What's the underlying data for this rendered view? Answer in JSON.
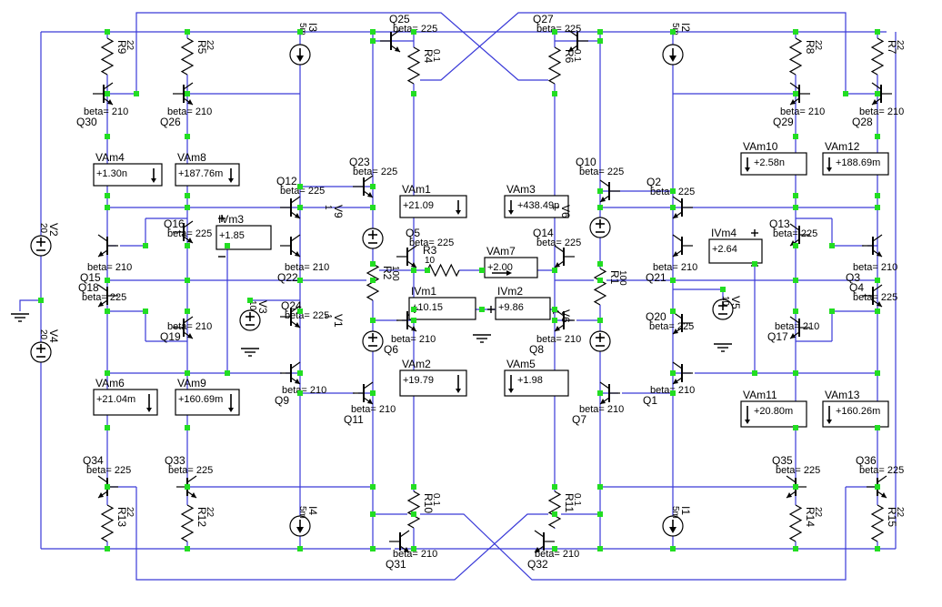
{
  "colors": {
    "wire": "#3a3ad8",
    "node": "#22dd22",
    "component": "#000000",
    "background": "#ffffff"
  },
  "transistors": {
    "Q1": {
      "name": "Q1",
      "beta": "beta= 210"
    },
    "Q2": {
      "name": "Q2",
      "beta": "beta= 225"
    },
    "Q3": {
      "name": "Q3",
      "beta": "beta= 210"
    },
    "Q4": {
      "name": "Q4",
      "beta": "beta= 225"
    },
    "Q5": {
      "name": "Q5",
      "beta": "beta= 225"
    },
    "Q6": {
      "name": "Q6",
      "beta": "beta= 210"
    },
    "Q7": {
      "name": "Q7",
      "beta": "beta= 210"
    },
    "Q8": {
      "name": "Q8",
      "beta": "beta= 210"
    },
    "Q9": {
      "name": "Q9",
      "beta": "beta= 210"
    },
    "Q10": {
      "name": "Q10",
      "beta": "beta= 225"
    },
    "Q11": {
      "name": "Q11",
      "beta": "beta= 210"
    },
    "Q12": {
      "name": "Q12",
      "beta": "beta= 225"
    },
    "Q13": {
      "name": "Q13",
      "beta": "beta= 225"
    },
    "Q14": {
      "name": "Q14",
      "beta": "beta= 225"
    },
    "Q15": {
      "name": "Q15",
      "beta": "beta= 210"
    },
    "Q16": {
      "name": "Q16",
      "beta": "beta= 225"
    },
    "Q17": {
      "name": "Q17",
      "beta": "beta= 210"
    },
    "Q18": {
      "name": "Q18",
      "beta": "beta= 225"
    },
    "Q19": {
      "name": "Q19",
      "beta": "beta= 210"
    },
    "Q20": {
      "name": "Q20",
      "beta": "beta= 225"
    },
    "Q21": {
      "name": "Q21",
      "beta": "beta= 210"
    },
    "Q22": {
      "name": "Q22",
      "beta": "beta= 210"
    },
    "Q23": {
      "name": "Q23",
      "beta": "beta= 225"
    },
    "Q24": {
      "name": "Q24",
      "beta": "beta= 225"
    },
    "Q25": {
      "name": "Q25",
      "beta": "beta= 225"
    },
    "Q26": {
      "name": "Q26",
      "beta": "beta= 210"
    },
    "Q27": {
      "name": "Q27",
      "beta": "beta= 225"
    },
    "Q28": {
      "name": "Q28",
      "beta": "beta= 210"
    },
    "Q29": {
      "name": "Q29",
      "beta": "beta= 210"
    },
    "Q30": {
      "name": "Q30",
      "beta": "beta= 210"
    },
    "Q31": {
      "name": "Q31",
      "beta": "beta= 210"
    },
    "Q32": {
      "name": "Q32",
      "beta": "beta= 210"
    },
    "Q33": {
      "name": "Q33",
      "beta": "beta= 225"
    },
    "Q34": {
      "name": "Q34",
      "beta": "beta= 225"
    },
    "Q35": {
      "name": "Q35",
      "beta": "beta= 225"
    },
    "Q36": {
      "name": "Q36",
      "beta": "beta= 225"
    }
  },
  "resistors": {
    "R1": {
      "name": "R1",
      "value": "100"
    },
    "R2": {
      "name": "R2",
      "value": "100"
    },
    "R3": {
      "name": "R3",
      "value": "10"
    },
    "R4": {
      "name": "R4",
      "value": "0.1"
    },
    "R5": {
      "name": "R5",
      "value": "22"
    },
    "R6": {
      "name": "R6",
      "value": "0.1"
    },
    "R7": {
      "name": "R7",
      "value": "22"
    },
    "R8": {
      "name": "R8",
      "value": "22"
    },
    "R9": {
      "name": "R9",
      "value": "22"
    },
    "R10": {
      "name": "R10",
      "value": "0.1"
    },
    "R11": {
      "name": "R11",
      "value": "0.1"
    },
    "R12": {
      "name": "R12",
      "value": "22"
    },
    "R13": {
      "name": "R13",
      "value": "22"
    },
    "R14": {
      "name": "R14",
      "value": "22"
    },
    "R15": {
      "name": "R15",
      "value": "22"
    }
  },
  "sources": {
    "V1": {
      "name": "V1",
      "value": "1"
    },
    "V2": {
      "name": "V2",
      "value": "20"
    },
    "V3": {
      "name": "V3",
      "value": "10"
    },
    "V4": {
      "name": "V4",
      "value": "20"
    },
    "V5": {
      "name": "V5",
      "value": "10"
    },
    "V6": {
      "name": "V6",
      "value": "1"
    },
    "V7": {
      "name": "V6",
      "value": "1"
    },
    "V8": {
      "name": "V6",
      "value": "1"
    },
    "V9": {
      "name": "V9",
      "value": "1"
    },
    "I1": {
      "name": "I1",
      "value": "5m"
    },
    "I2": {
      "name": "I2",
      "value": "5m"
    },
    "I3": {
      "name": "I3",
      "value": "5m"
    },
    "I4": {
      "name": "I4",
      "value": "5m"
    }
  },
  "meters": {
    "VAm1": {
      "name": "VAm1",
      "reading": "+21.09"
    },
    "VAm2": {
      "name": "VAm2",
      "reading": "+19.79"
    },
    "VAm3": {
      "name": "VAm3",
      "reading": "+438.49p"
    },
    "VAm4": {
      "name": "VAm4",
      "reading": "+1.30n"
    },
    "VAm5": {
      "name": "VAm5",
      "reading": "+1.98"
    },
    "VAm6": {
      "name": "VAm6",
      "reading": "+21.04m"
    },
    "VAm7": {
      "name": "VAm7",
      "reading": "+2.00"
    },
    "VAm8": {
      "name": "VAm8",
      "reading": "+187.76m"
    },
    "VAm9": {
      "name": "VAm9",
      "reading": "+160.69m"
    },
    "VAm10": {
      "name": "VAm10",
      "reading": "+2.58n"
    },
    "VAm11": {
      "name": "VAm11",
      "reading": "+20.80m"
    },
    "VAm12": {
      "name": "VAm12",
      "reading": "+188.69m"
    },
    "VAm13": {
      "name": "VAm13",
      "reading": "+160.26m"
    },
    "IVm1": {
      "name": "IVm1",
      "reading": "+10.15"
    },
    "IVm2": {
      "name": "IVm2",
      "reading": "+9.86"
    },
    "IVm3": {
      "name": "IVm3",
      "reading": "+1.85"
    },
    "IVm4": {
      "name": "IVm4",
      "reading": "+2.64"
    }
  }
}
